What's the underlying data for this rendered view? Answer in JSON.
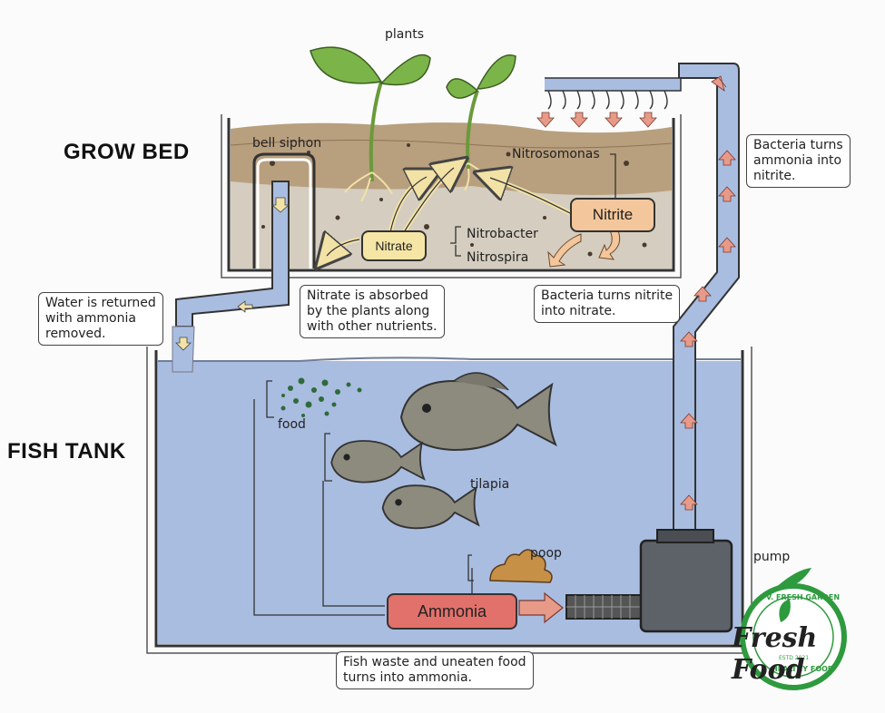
{
  "headings": {
    "grow_bed": "GROW BED",
    "fish_tank": "FISH TANK"
  },
  "labels": {
    "plants": "plants",
    "bell_siphon": "bell siphon",
    "nitrosomonas": "Nitrosomonas",
    "nitrobacter": "Nitrobacter",
    "nitrospira": "Nitrospira",
    "food": "food",
    "tilapia": "tilapia",
    "poop": "poop",
    "pump": "pump"
  },
  "nodes": {
    "nitrate": "Nitrate",
    "nitrite": "Nitrite",
    "ammonia": "Ammonia"
  },
  "notes": {
    "water_returned": "Water is returned\nwith ammonia\nremoved.",
    "nitrate_absorbed": "Nitrate is absorbed\nby the plants along\nwith other nutrients.",
    "bacteria_nitrite": "Bacteria turns\nammonia into\nnitrite.",
    "bacteria_nitrate": "Bacteria turns nitrite\ninto nitrate.",
    "fish_waste": "Fish waste and uneaten food\nturns into ammonia."
  },
  "logo": {
    "ring_top": "V. FRESH GARDEN",
    "ring_bottom": "HEALTHY FOOD",
    "year": "ESTD 2021",
    "brand": "Fresh Food"
  },
  "colors": {
    "water": "#a9bde0",
    "soil_top": "#b89f7e",
    "soil_bottom": "#d5cdbf",
    "plant": "#7bb54a",
    "arrow": "#e89a88",
    "nitrate_fill": "#f6e6a6",
    "nitrite_fill": "#f3c79b",
    "ammonia_fill": "#e2716b",
    "logo_green": "#2e9a3e"
  }
}
